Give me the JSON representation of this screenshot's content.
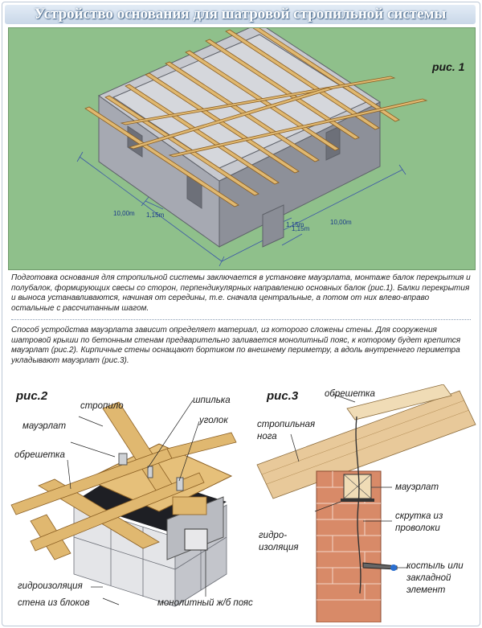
{
  "title": "Устройство основания для шатровой стропильной системы",
  "fig1": {
    "label": "рис. 1",
    "dims": {
      "left_width": "10,00m",
      "left_overhang": "1,15m",
      "right_overhang_small": "1,15m",
      "right_overhang_big": "1,15m",
      "right_width": "10,00m"
    }
  },
  "paragraph1": "Подготовка основания для стропильной системы заключается в установке мауэрлата, монтаже балок перекрытия и полубалок, формирующих свесы со сторон, перпендикулярных направлению основных балок (рис.1). Балки перекрытия и выноса устанавливаются, начиная от середины, т.е. сначала центральные, а потом от них влево-вправо остальные с рассчитанным шагом.",
  "paragraph2": "Способ устройства мауэрлата зависит определяет материал, из которого сложены стены. Для сооружения шатровой крыши по бетонным стенам предварительно заливается монолитный пояс, к которому будет крепится мауэрлат (рис.2). Кирпичные стены оснащают бортиком по внешнему периметру, а вдоль внутреннего периметра укладывают мауэрлат (рис.3).",
  "fig2": {
    "label": "рис.2",
    "labels": {
      "rafter": "стропило",
      "stud": "шпилька",
      "mauerlat": "мауэрлат",
      "angle": "уголок",
      "lathing": "обрешетка",
      "waterproofing": "гидроизоляция",
      "block_wall": "стена из блоков",
      "monolithic_belt": "монолитный ж/б пояс"
    }
  },
  "fig3": {
    "label": "рис.3",
    "labels": {
      "lathing": "обрешетка",
      "rafter_leg_1": "стропильная",
      "rafter_leg_2": "нога",
      "mauerlat": "мауэрлат",
      "wire_twist_1": "скрутка из",
      "wire_twist_2": "проволоки",
      "waterproofing_1": "гидро-",
      "waterproofing_2": "изоляция",
      "crutch_1": "костыль или",
      "crutch_2": "закладной",
      "crutch_3": "элемент"
    }
  },
  "colors": {
    "title_bg": "#c9d7e8",
    "fig1_bg": "#8fc08b",
    "wall": "#a7aab3",
    "wood": "#e0b870",
    "brick": "#d88a68"
  }
}
